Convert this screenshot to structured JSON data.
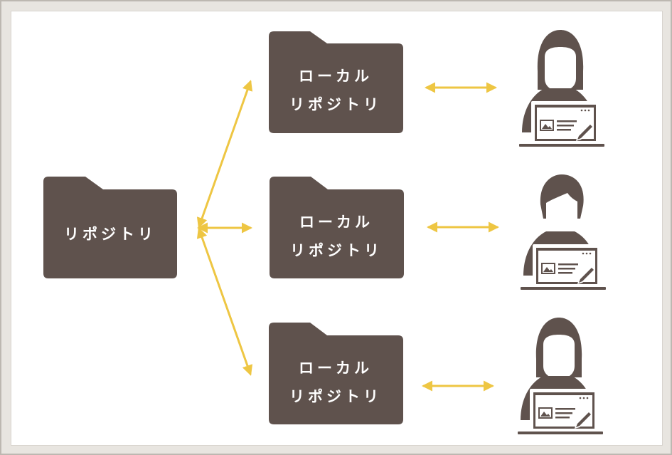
{
  "central_repository": {
    "label": "リポジトリ"
  },
  "local_repositories": [
    {
      "line1": "ローカル",
      "line2": "リポジトリ"
    },
    {
      "line1": "ローカル",
      "line2": "リポジトリ"
    },
    {
      "line1": "ローカル",
      "line2": "リポジトリ"
    }
  ],
  "users": [
    {
      "hair": "long"
    },
    {
      "hair": "short"
    },
    {
      "hair": "long"
    }
  ],
  "colors": {
    "folder": "#5f524d",
    "arrow": "#eec643",
    "background": "#ffffff",
    "frame": "#e8e5e0"
  }
}
